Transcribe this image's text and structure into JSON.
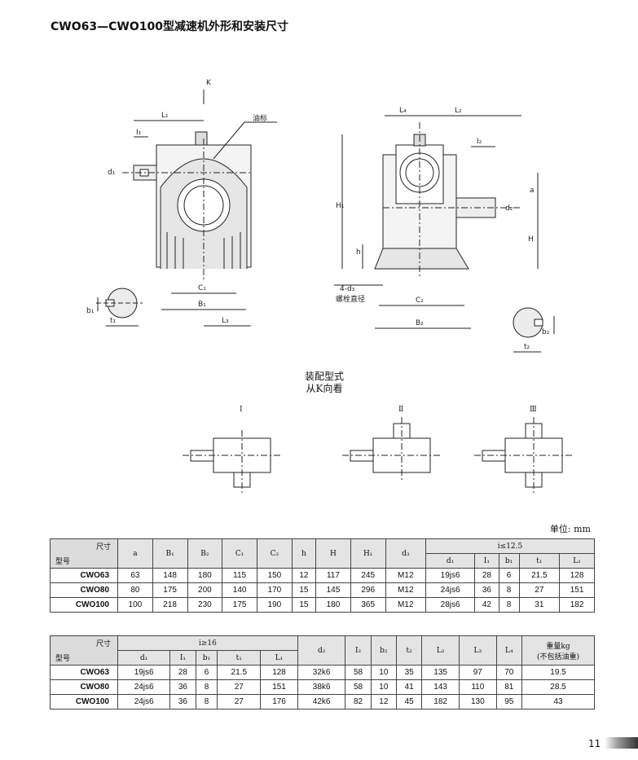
{
  "title": "CWO63—CWO100型减速机外形和安装尺寸",
  "drawing_labels": {
    "K": "K",
    "L1": "L₁",
    "I1": "I₁",
    "d1": "d₁",
    "oil_mark": "油标",
    "C1": "C₁",
    "B1": "B₁",
    "L3": "L₃",
    "b1": "b₁",
    "t1": "t₁",
    "L4": "L₄",
    "L2": "L₂",
    "I2": "I₂",
    "H1": "H₁",
    "h": "h",
    "a": "a",
    "d2": "d₂",
    "H": "H",
    "d3_note": "4-d₃",
    "bolt_dia": "螺栓直径",
    "C2": "C₂",
    "B2": "B₂",
    "b2": "b₂",
    "t2": "t₂"
  },
  "assembly": {
    "title_line1": "装配型式",
    "title_line2": "从K向看",
    "labels": [
      "Ⅰ",
      "Ⅱ",
      "Ⅲ"
    ]
  },
  "unit": "单位: mm",
  "table1": {
    "corner_top": "尺寸",
    "corner_bottom": "型号",
    "headers": [
      "a",
      "B₁",
      "B₂",
      "C₁",
      "C₂",
      "h",
      "H",
      "H₁",
      "d₃"
    ],
    "group_header": "i≤12.5",
    "sub_headers": [
      "d₁",
      "I₁",
      "b₁",
      "t₁",
      "L₁"
    ],
    "rows": [
      {
        "model": "CWO63",
        "cells": [
          "63",
          "148",
          "180",
          "115",
          "150",
          "12",
          "117",
          "245",
          "M12",
          "19js6",
          "28",
          "6",
          "21.5",
          "128"
        ]
      },
      {
        "model": "CWO80",
        "cells": [
          "80",
          "175",
          "200",
          "140",
          "170",
          "15",
          "145",
          "296",
          "M12",
          "24js6",
          "36",
          "8",
          "27",
          "151"
        ]
      },
      {
        "model": "CWO100",
        "cells": [
          "100",
          "218",
          "230",
          "175",
          "190",
          "15",
          "180",
          "365",
          "M12",
          "28js6",
          "42",
          "8",
          "31",
          "182"
        ]
      }
    ]
  },
  "table2": {
    "corner_top": "尺寸",
    "corner_bottom": "型号",
    "group_header": "i≥16",
    "sub_headers": [
      "d₁",
      "I₁",
      "b₁",
      "t₁",
      "L₁"
    ],
    "headers": [
      "d₂",
      "I₂",
      "b₂",
      "t₂",
      "L₂",
      "L₃",
      "L₄"
    ],
    "weight_line1": "重量kg",
    "weight_line2": "(不包括油重)",
    "rows": [
      {
        "model": "CWO63",
        "cells": [
          "19js6",
          "28",
          "6",
          "21.5",
          "128",
          "32k6",
          "58",
          "10",
          "35",
          "135",
          "97",
          "70",
          "19.5"
        ]
      },
      {
        "model": "CWO80",
        "cells": [
          "24js6",
          "36",
          "8",
          "27",
          "151",
          "38k6",
          "58",
          "10",
          "41",
          "143",
          "110",
          "81",
          "28.5"
        ]
      },
      {
        "model": "CWO100",
        "cells": [
          "24js6",
          "36",
          "8",
          "27",
          "176",
          "42k6",
          "82",
          "12",
          "45",
          "182",
          "130",
          "95",
          "43"
        ]
      }
    ]
  },
  "page_number": "11"
}
